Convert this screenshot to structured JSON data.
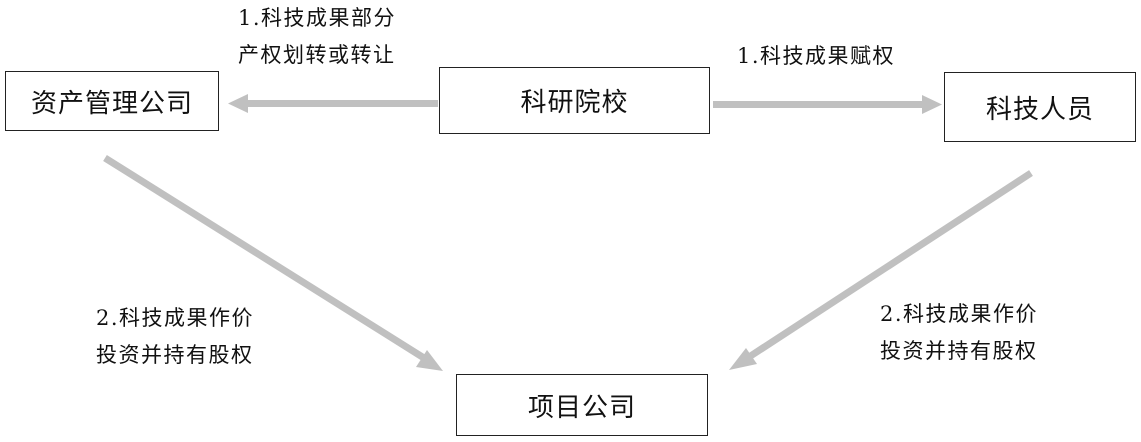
{
  "nodes": {
    "asset_company": "资产管理公司",
    "university": "科研院校",
    "staff": "科技人员",
    "project_company": "项目公司"
  },
  "labels": {
    "top_left": [
      "1.科技成果部分",
      "产权划转或转让"
    ],
    "top_right": [
      "1.科技成果赋权"
    ],
    "bottom_left": [
      "2.科技成果作价",
      "投资并持有股权"
    ],
    "bottom_right": [
      "2.科技成果作价",
      "投资并持有股权"
    ]
  },
  "colors": {
    "arrow": "#c0c0c0",
    "border": "#222222"
  }
}
